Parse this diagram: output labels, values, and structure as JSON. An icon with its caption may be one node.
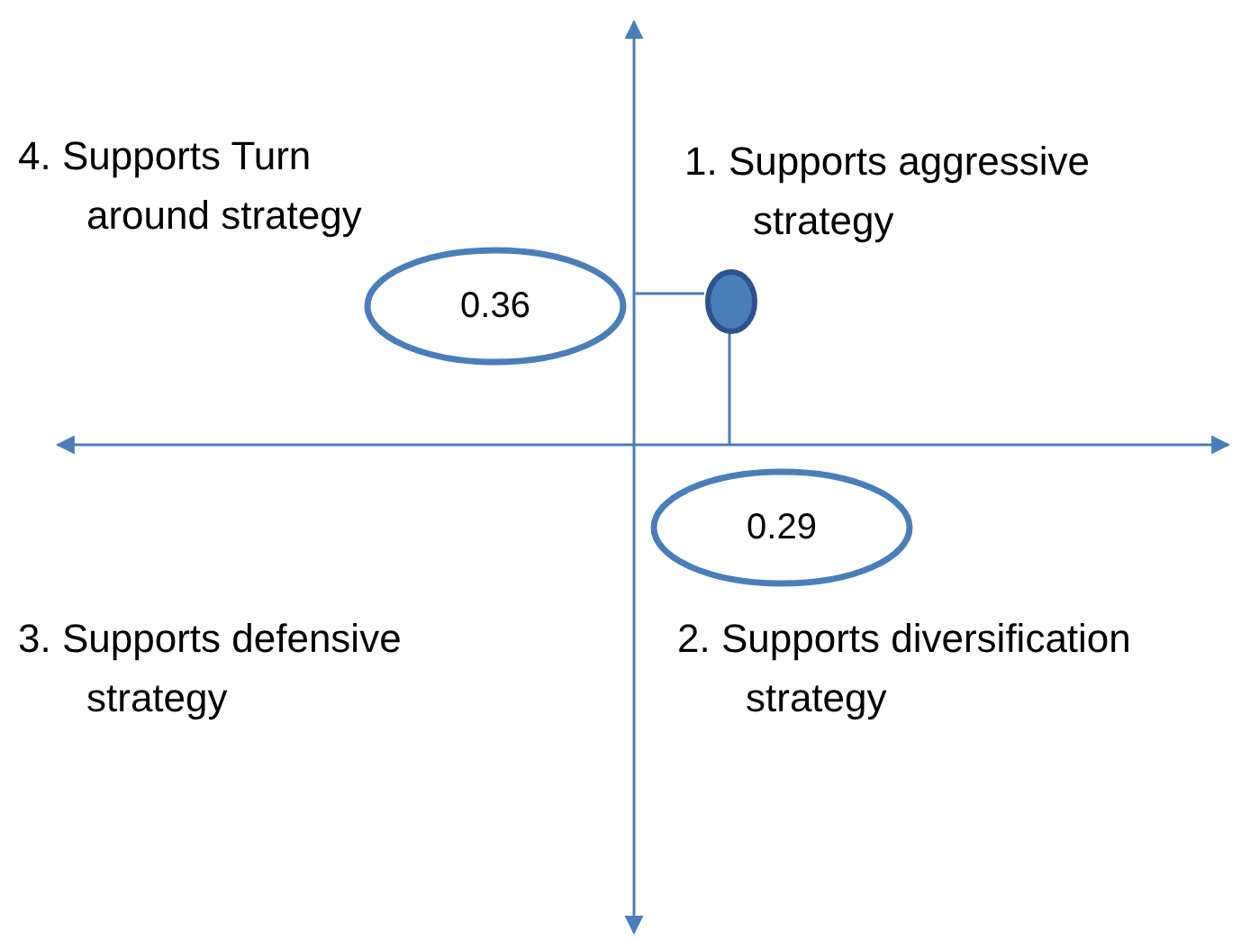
{
  "diagram": {
    "nodes": [
      {
        "text": [
          "0.36"
        ]
      },
      {
        "text": [],
        "shape": "circle"
      },
      {
        "text": [
          "0.29"
        ]
      }
    ],
    "labels": [
      "4. Supports Turn around strategy",
      "1. Supports aggressive strategy",
      "3. Supports defensive strategy",
      "2. Supports diversification strategy"
    ]
  }
}
